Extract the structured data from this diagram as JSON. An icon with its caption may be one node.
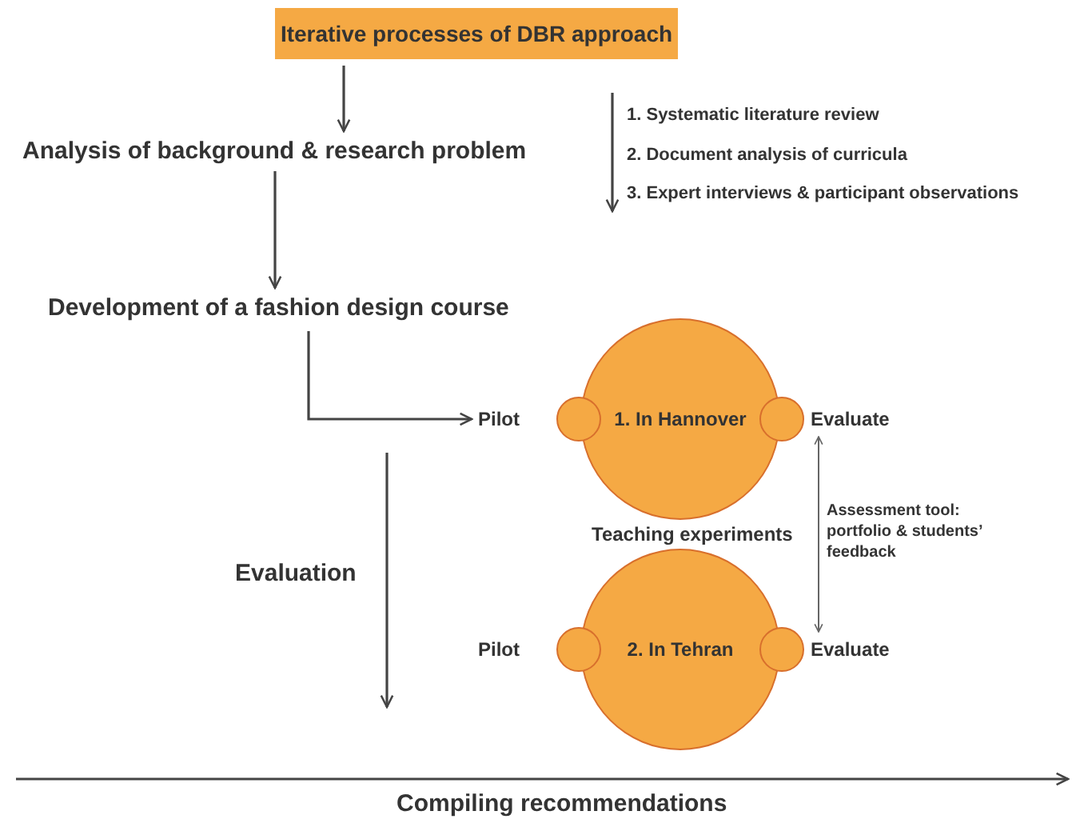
{
  "diagram": {
    "nodes": [
      {
        "text": [
          "Iterative processes of DBR approach"
        ]
      },
      {
        "text": [
          "Analysis of background & research problem"
        ]
      },
      {
        "text": [
          "Development of a fashion design course"
        ]
      },
      {
        "text": [
          "1. In Hannover"
        ]
      },
      {
        "text": [],
        "shape": "circle"
      },
      {
        "text": [],
        "shape": "circle"
      },
      {
        "text": [
          "Pilot"
        ]
      },
      {
        "text": [
          "Evaluate"
        ]
      },
      {
        "text": [
          "2. In Tehran"
        ]
      },
      {
        "text": [],
        "shape": "circle"
      },
      {
        "text": [],
        "shape": "circle"
      },
      {
        "text": [
          "Pilot"
        ]
      },
      {
        "text": [
          "Evaluate"
        ]
      }
    ],
    "edges": [
      {
        "from": 0,
        "to": 1,
        "arrow": "to"
      },
      {
        "from": 1,
        "to": 2,
        "arrow": "to"
      },
      {
        "from": 2,
        "to": 6,
        "arrow": "to"
      },
      {
        "from": 7,
        "to": 12,
        "arrow": "both",
        "label": "Assessment tool: portfolio & students’ feedback"
      }
    ],
    "labels": [
      "1. Systematic literature review",
      "2. Document analysis of curricula",
      "3. Expert interviews & participant observations",
      "Teaching experiments",
      "Evaluation",
      "Compiling recommendations"
    ]
  }
}
